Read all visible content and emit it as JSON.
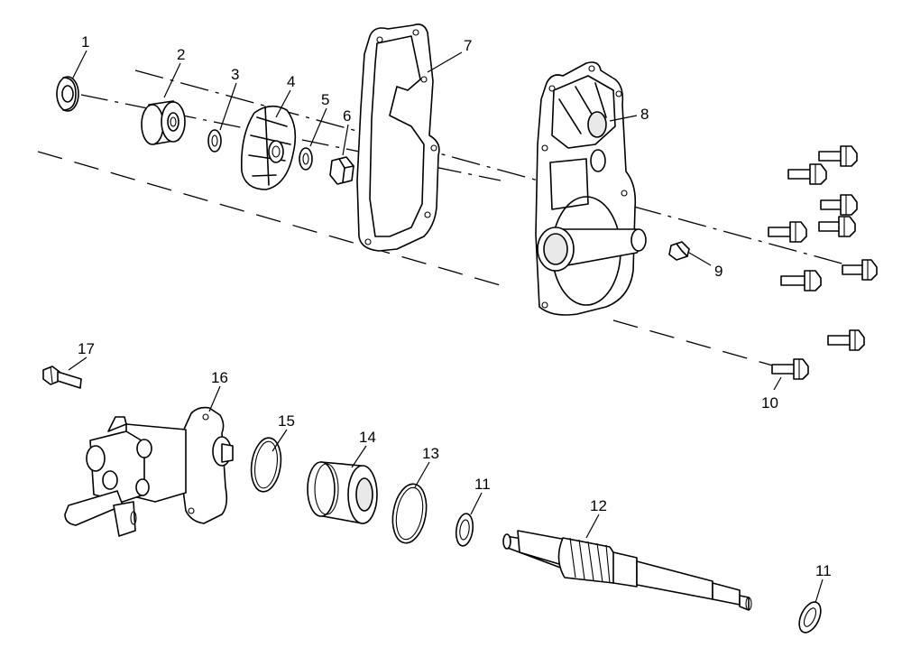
{
  "callouts": [
    {
      "id": "c1",
      "text": "1"
    },
    {
      "id": "c2",
      "text": "2"
    },
    {
      "id": "c3",
      "text": "3"
    },
    {
      "id": "c4",
      "text": "4"
    },
    {
      "id": "c5",
      "text": "5"
    },
    {
      "id": "c6",
      "text": "6"
    },
    {
      "id": "c7",
      "text": "7"
    },
    {
      "id": "c8",
      "text": "8"
    },
    {
      "id": "c9",
      "text": "9"
    },
    {
      "id": "c10",
      "text": "10"
    },
    {
      "id": "c11a",
      "text": "11"
    },
    {
      "id": "c11b",
      "text": "11"
    },
    {
      "id": "c12",
      "text": "12"
    },
    {
      "id": "c13",
      "text": "13"
    },
    {
      "id": "c14",
      "text": "14"
    },
    {
      "id": "c15",
      "text": "15"
    },
    {
      "id": "c16",
      "text": "16"
    },
    {
      "id": "c17",
      "text": "17"
    }
  ],
  "parts": [
    {
      "callout": "1",
      "icon": "seal-ring-icon"
    },
    {
      "callout": "2",
      "icon": "bearing-icon"
    },
    {
      "callout": "3",
      "icon": "washer-icon"
    },
    {
      "callout": "4",
      "icon": "impeller-icon"
    },
    {
      "callout": "5",
      "icon": "washer-icon"
    },
    {
      "callout": "6",
      "icon": "nut-icon"
    },
    {
      "callout": "7",
      "icon": "gasket-icon"
    },
    {
      "callout": "8",
      "icon": "cover-icon"
    },
    {
      "callout": "9",
      "icon": "plug-icon"
    },
    {
      "callout": "10",
      "icon": "bolt-icon"
    },
    {
      "callout": "11",
      "icon": "washer-icon"
    },
    {
      "callout": "12",
      "icon": "shaft-gear-icon"
    },
    {
      "callout": "13",
      "icon": "o-ring-icon"
    },
    {
      "callout": "14",
      "icon": "bushing-icon"
    },
    {
      "callout": "15",
      "icon": "o-ring-icon"
    },
    {
      "callout": "16",
      "icon": "pump-housing-icon"
    },
    {
      "callout": "17",
      "icon": "bolt-icon"
    }
  ]
}
